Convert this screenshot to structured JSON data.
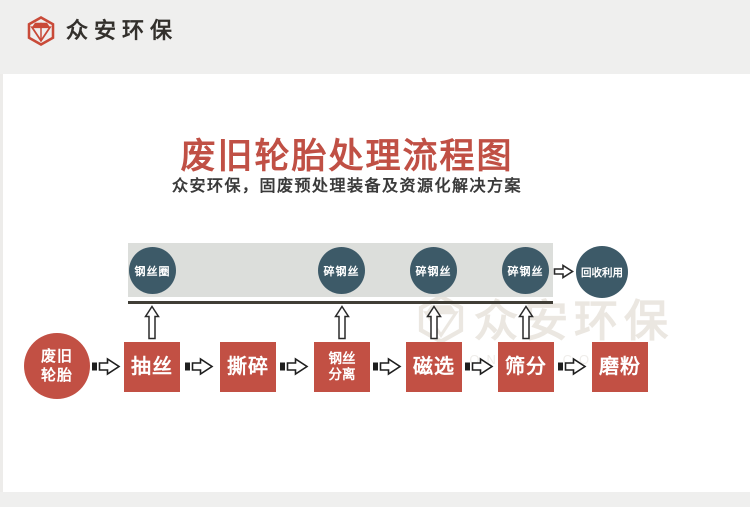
{
  "colors": {
    "accent_red": "#c05045",
    "box_red": "#c25044",
    "teal": "#3d5a68",
    "bar_gray": "#dcdedb",
    "header_gray": "#efefee"
  },
  "header": {
    "logo_text": "众安环保"
  },
  "hero": {
    "title": "废旧轮胎处理流程图",
    "subtitle": "众安环保，固废预处理装备及资源化解决方案"
  },
  "diagram": {
    "source": "废旧轮胎",
    "steps": [
      "抽丝",
      "撕碎",
      "钢丝分离",
      "磁选",
      "筛分",
      "磨粉"
    ],
    "outputs": [
      "钢丝圈",
      "碎钢丝",
      "碎钢丝",
      "碎钢丝"
    ],
    "final_output": "回收利用"
  },
  "watermark": {
    "text": "众安环保",
    "subtext": "ZHONGAN CO.C"
  }
}
